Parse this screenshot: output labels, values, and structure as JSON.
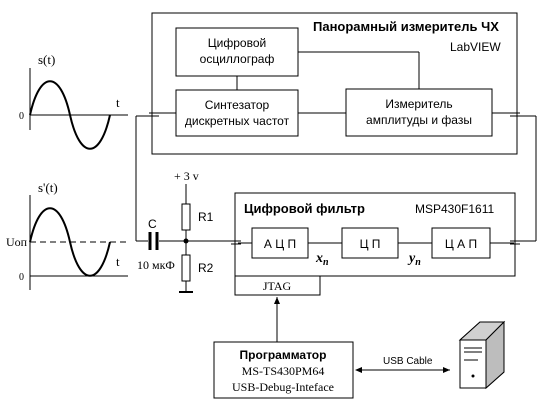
{
  "analyzer": {
    "title": "Панорамный измеритель ЧХ",
    "platform": "LabVIEW"
  },
  "blocks": {
    "oscilloscope": {
      "line1": "Цифровой",
      "line2": "осциллограф"
    },
    "synthesizer": {
      "line1": "Синтезатор",
      "line2": "дискретных частот"
    },
    "meter": {
      "line1": "Измеритель",
      "line2": "амплитуды и фазы"
    }
  },
  "filter": {
    "title": "Цифровой фильтр",
    "chip": "MSP430F1611",
    "adc": "А Ц П",
    "cpu": "Ц П",
    "dac": "Ц А П",
    "xn_base": "x",
    "xn_sub": "n",
    "yn_base": "y",
    "yn_sub": "n",
    "jtag": "JTAG"
  },
  "components": {
    "capacitor_label": "C",
    "capacitor_value": "10 мкФ",
    "r1": "R1",
    "r2": "R2",
    "supply": "+ 3 v"
  },
  "graphs": {
    "top": {
      "ylabel": "s(t)",
      "xlabel": "t",
      "origin": "0"
    },
    "bottom": {
      "ylabel": "s'(t)",
      "xlabel": "t",
      "origin": "0",
      "offset_label": "Uоп"
    }
  },
  "programmer": {
    "title": "Программатор",
    "model": "MS-TS430PM64",
    "interface": "USB-Debug-Inteface",
    "cable": "USB Cable"
  }
}
